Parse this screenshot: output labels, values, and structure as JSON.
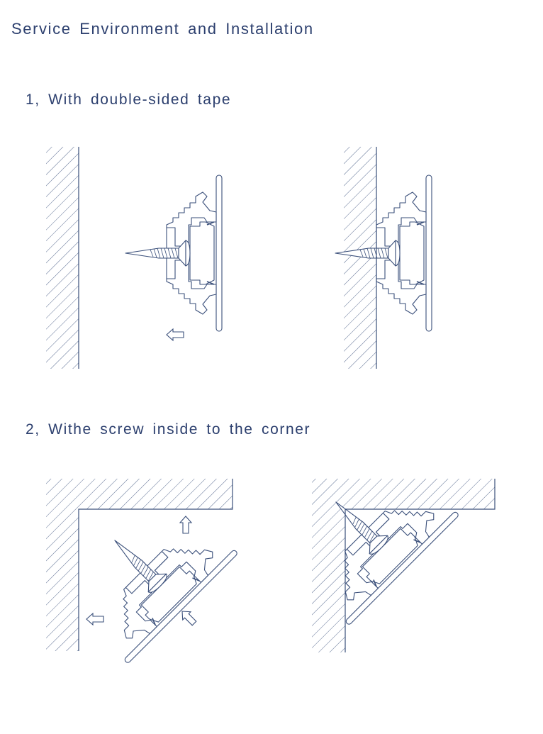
{
  "title": "Service Environment and Installation",
  "sections": [
    {
      "heading": "1, With double-sided tape"
    },
    {
      "heading": "2, Withe screw inside to the corner"
    }
  ],
  "colors": {
    "line": "#3a4f7a",
    "text": "#2c3f6e"
  }
}
